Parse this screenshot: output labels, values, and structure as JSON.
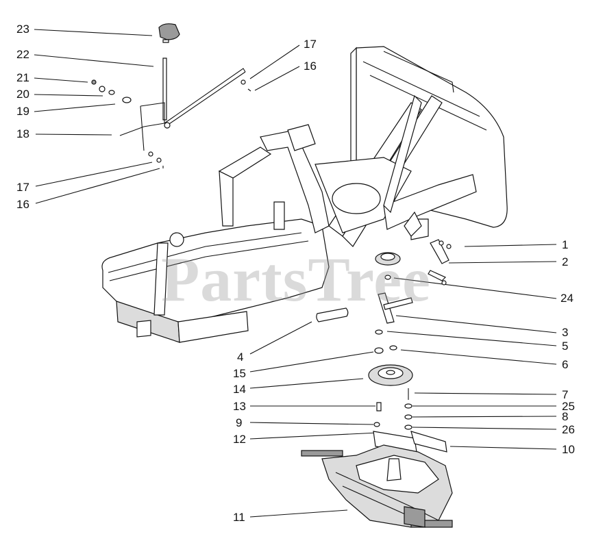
{
  "watermark": "PartsTree",
  "callouts": [
    {
      "id": "c23a",
      "text": "23"
    },
    {
      "id": "c22a",
      "text": "22"
    },
    {
      "id": "c21a",
      "text": "21"
    },
    {
      "id": "c20a",
      "text": "20"
    },
    {
      "id": "c19a",
      "text": "19"
    },
    {
      "id": "c18a",
      "text": "18"
    },
    {
      "id": "c17a",
      "text": "17"
    },
    {
      "id": "c16a",
      "text": "16"
    },
    {
      "id": "c17b",
      "text": "17"
    },
    {
      "id": "c16b",
      "text": "16"
    },
    {
      "id": "c1",
      "text": "1"
    },
    {
      "id": "c2",
      "text": "2"
    },
    {
      "id": "c24",
      "text": "24"
    },
    {
      "id": "c3",
      "text": "3"
    },
    {
      "id": "c5",
      "text": "5"
    },
    {
      "id": "c6",
      "text": "6"
    },
    {
      "id": "c4",
      "text": "4"
    },
    {
      "id": "c15",
      "text": "15"
    },
    {
      "id": "c14",
      "text": "14"
    },
    {
      "id": "c7",
      "text": "7"
    },
    {
      "id": "c25",
      "text": "25"
    },
    {
      "id": "c13",
      "text": "13"
    },
    {
      "id": "c8",
      "text": "8"
    },
    {
      "id": "c9",
      "text": "9"
    },
    {
      "id": "c26",
      "text": "26"
    },
    {
      "id": "c12",
      "text": "12"
    },
    {
      "id": "c10",
      "text": "10"
    },
    {
      "id": "c11",
      "text": "11"
    }
  ]
}
